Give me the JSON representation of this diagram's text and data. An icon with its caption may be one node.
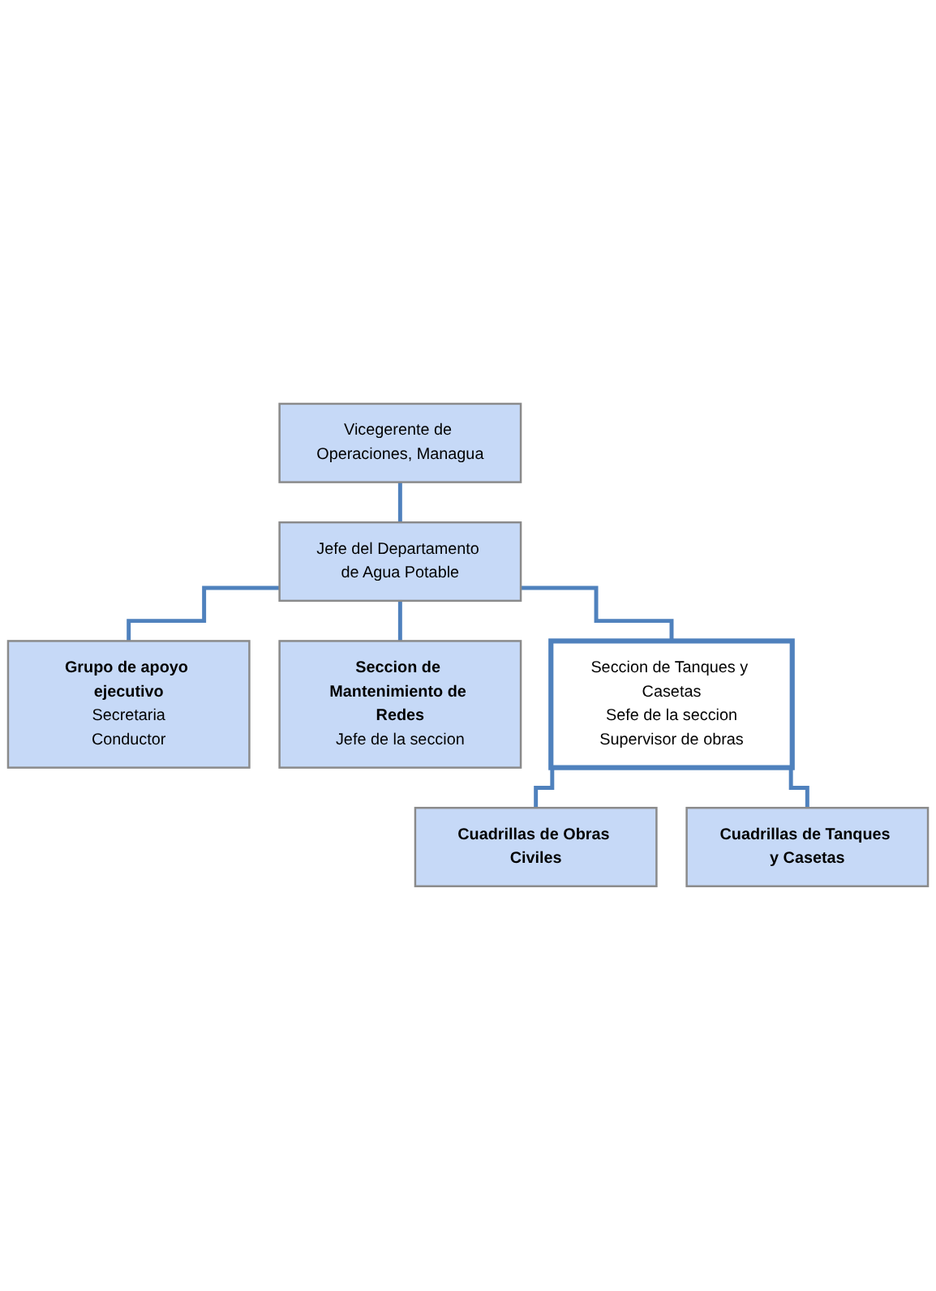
{
  "diagram": {
    "nodes": [
      {
        "text": [
          "Vicegerente de Operaciones, Managua"
        ]
      },
      {
        "text": [
          "Jefe del Departamento de Agua Potable"
        ]
      },
      {
        "text": [
          "Grupo de apoyo ejecutivo",
          "Secretaria",
          "Conductor"
        ]
      },
      {
        "text": [
          "Seccion de Mantenimiento de Redes",
          "Jefe de la seccion"
        ]
      },
      {
        "text": [
          "Seccion de Tanques y Casetas",
          "Sefe de la seccion",
          "Supervisor de obras"
        ]
      },
      {
        "text": [
          "Cuadrillas de Obras Civiles"
        ]
      },
      {
        "text": [
          "Cuadrillas de Tanques y Casetas"
        ]
      }
    ],
    "edges": [
      {
        "from": 0,
        "to": 1,
        "arrow": "none"
      },
      {
        "from": 1,
        "to": 2,
        "arrow": "none"
      },
      {
        "from": 1,
        "to": 3,
        "arrow": "none"
      },
      {
        "from": 1,
        "to": 4,
        "arrow": "none"
      },
      {
        "from": 4,
        "to": 5,
        "arrow": "none"
      },
      {
        "from": 4,
        "to": 6,
        "arrow": "none"
      }
    ]
  }
}
